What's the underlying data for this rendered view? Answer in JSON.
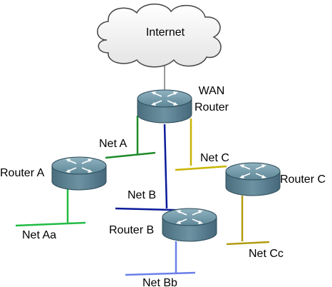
{
  "cloud": {
    "label": "Internet"
  },
  "routers": {
    "wan": {
      "label_line1": "WAN",
      "label_line2": "Router"
    },
    "a": {
      "label": "Router A"
    },
    "b": {
      "label": "Router B"
    },
    "c": {
      "label": "Router C"
    }
  },
  "networks": {
    "net_a": {
      "label": "Net A",
      "color": "#1e8a2a"
    },
    "net_b": {
      "label": "Net B",
      "color": "#0a1a9a"
    },
    "net_c": {
      "label": "Net C",
      "color": "#c8b400"
    },
    "net_aa": {
      "label": "Net Aa",
      "color": "#22bb44"
    },
    "net_bb": {
      "label": "Net Bb",
      "color": "#6a7fe8"
    },
    "net_cc": {
      "label": "Net Cc",
      "color": "#b09c10"
    }
  }
}
